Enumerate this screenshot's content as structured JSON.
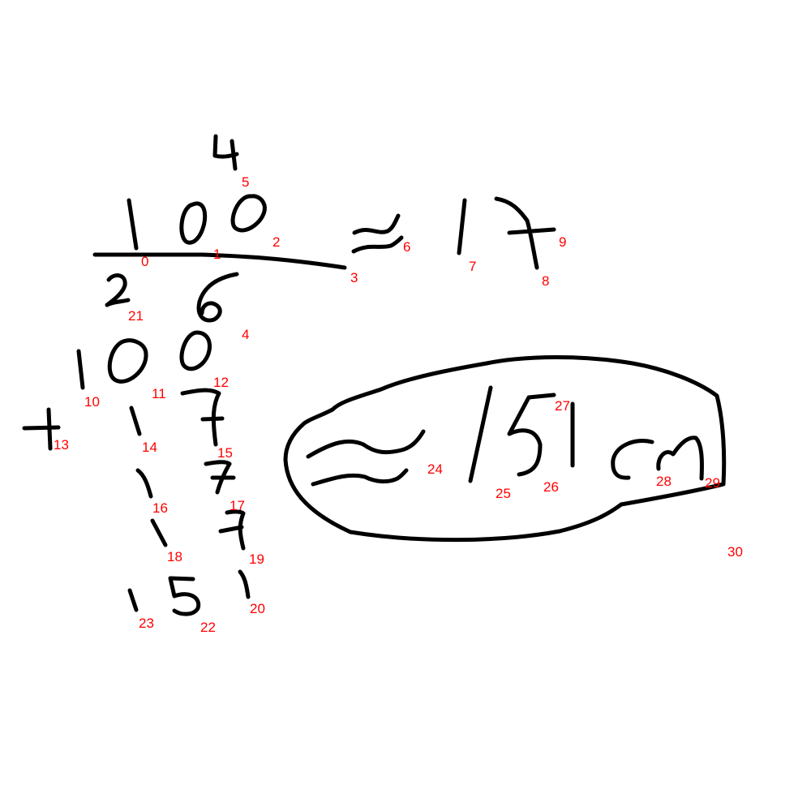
{
  "colors": {
    "ink": "#000000",
    "label": "#ff0000",
    "background": "#ffffff"
  },
  "labels": [
    "0",
    "1",
    "2",
    "3",
    "4",
    "5",
    "6",
    "7",
    "8",
    "9",
    "10",
    "11",
    "12",
    "13",
    "14",
    "15",
    "16",
    "17",
    "18",
    "19",
    "20",
    "21",
    "22",
    "23",
    "24",
    "25",
    "26",
    "27",
    "28",
    "29",
    "30"
  ]
}
